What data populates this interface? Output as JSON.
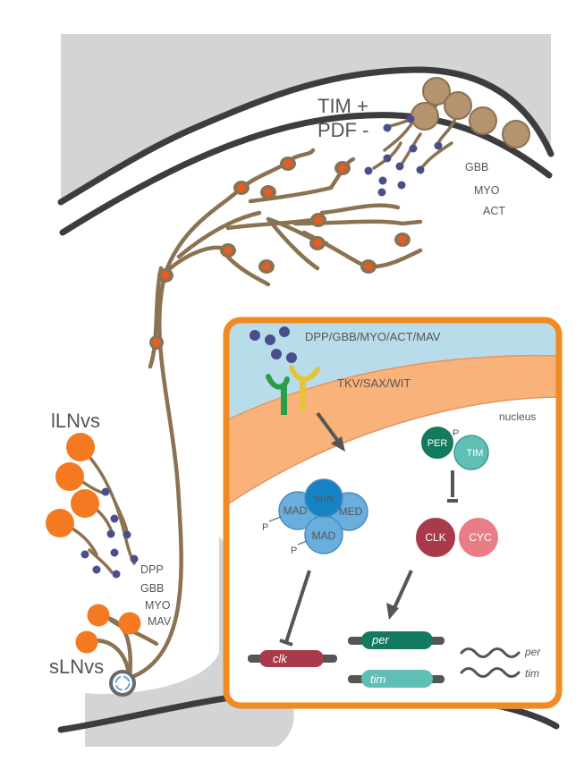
{
  "colors": {
    "brain_gray": "#d3d4d6",
    "membrane_dark": "#3d3d40",
    "neurite": "#8b7352",
    "varicosity": "#ef5a24",
    "soma_orange": "#f47920",
    "soma_tan": "#b39370",
    "ligand_dot": "#4a4e8c",
    "panel_border": "#f18a21",
    "extracellular": "#b9dceb",
    "cytoplasm_band": "#f8b27a",
    "r_green": "#2c9c4b",
    "r_yellow": "#e6c43a",
    "smad_blue": "#6aaede",
    "shn_blue": "#1682c4",
    "per_green": "#137a60",
    "tim_teal": "#5fbfb5",
    "clk_red": "#a83a4a",
    "cyc_pink": "#e87d86"
  },
  "labels": {
    "tim_line1": "TIM +",
    "tim_line2": "PDF -",
    "top_gbb": "GBB",
    "top_myo": "MYO",
    "top_act": "ACT",
    "llnvs": "lLNvs",
    "slnvs": "sLNvs",
    "left_dpp": "DPP",
    "left_gbb": "GBB",
    "left_myo": "MYO",
    "left_mav": "MAV"
  },
  "panel": {
    "ligands": "DPP/GBB/MYO/ACT/MAV",
    "receptors": "TKV/SAX/WIT",
    "nucleus": "nucleus",
    "smad_complex": {
      "shn": "SHN",
      "mad_left": "MAD",
      "med": "MED",
      "mad_bottom": "MAD",
      "p1": "P",
      "p2": "P"
    },
    "per_tim": {
      "p": "P",
      "per": "PER",
      "tim": "TIM"
    },
    "clk_cyc": {
      "clk": "CLK",
      "cyc": "CYC"
    },
    "genes": {
      "clk": "clk",
      "per": "per",
      "tim": "tim"
    },
    "mrna": {
      "per": "per",
      "tim": "tim"
    }
  }
}
